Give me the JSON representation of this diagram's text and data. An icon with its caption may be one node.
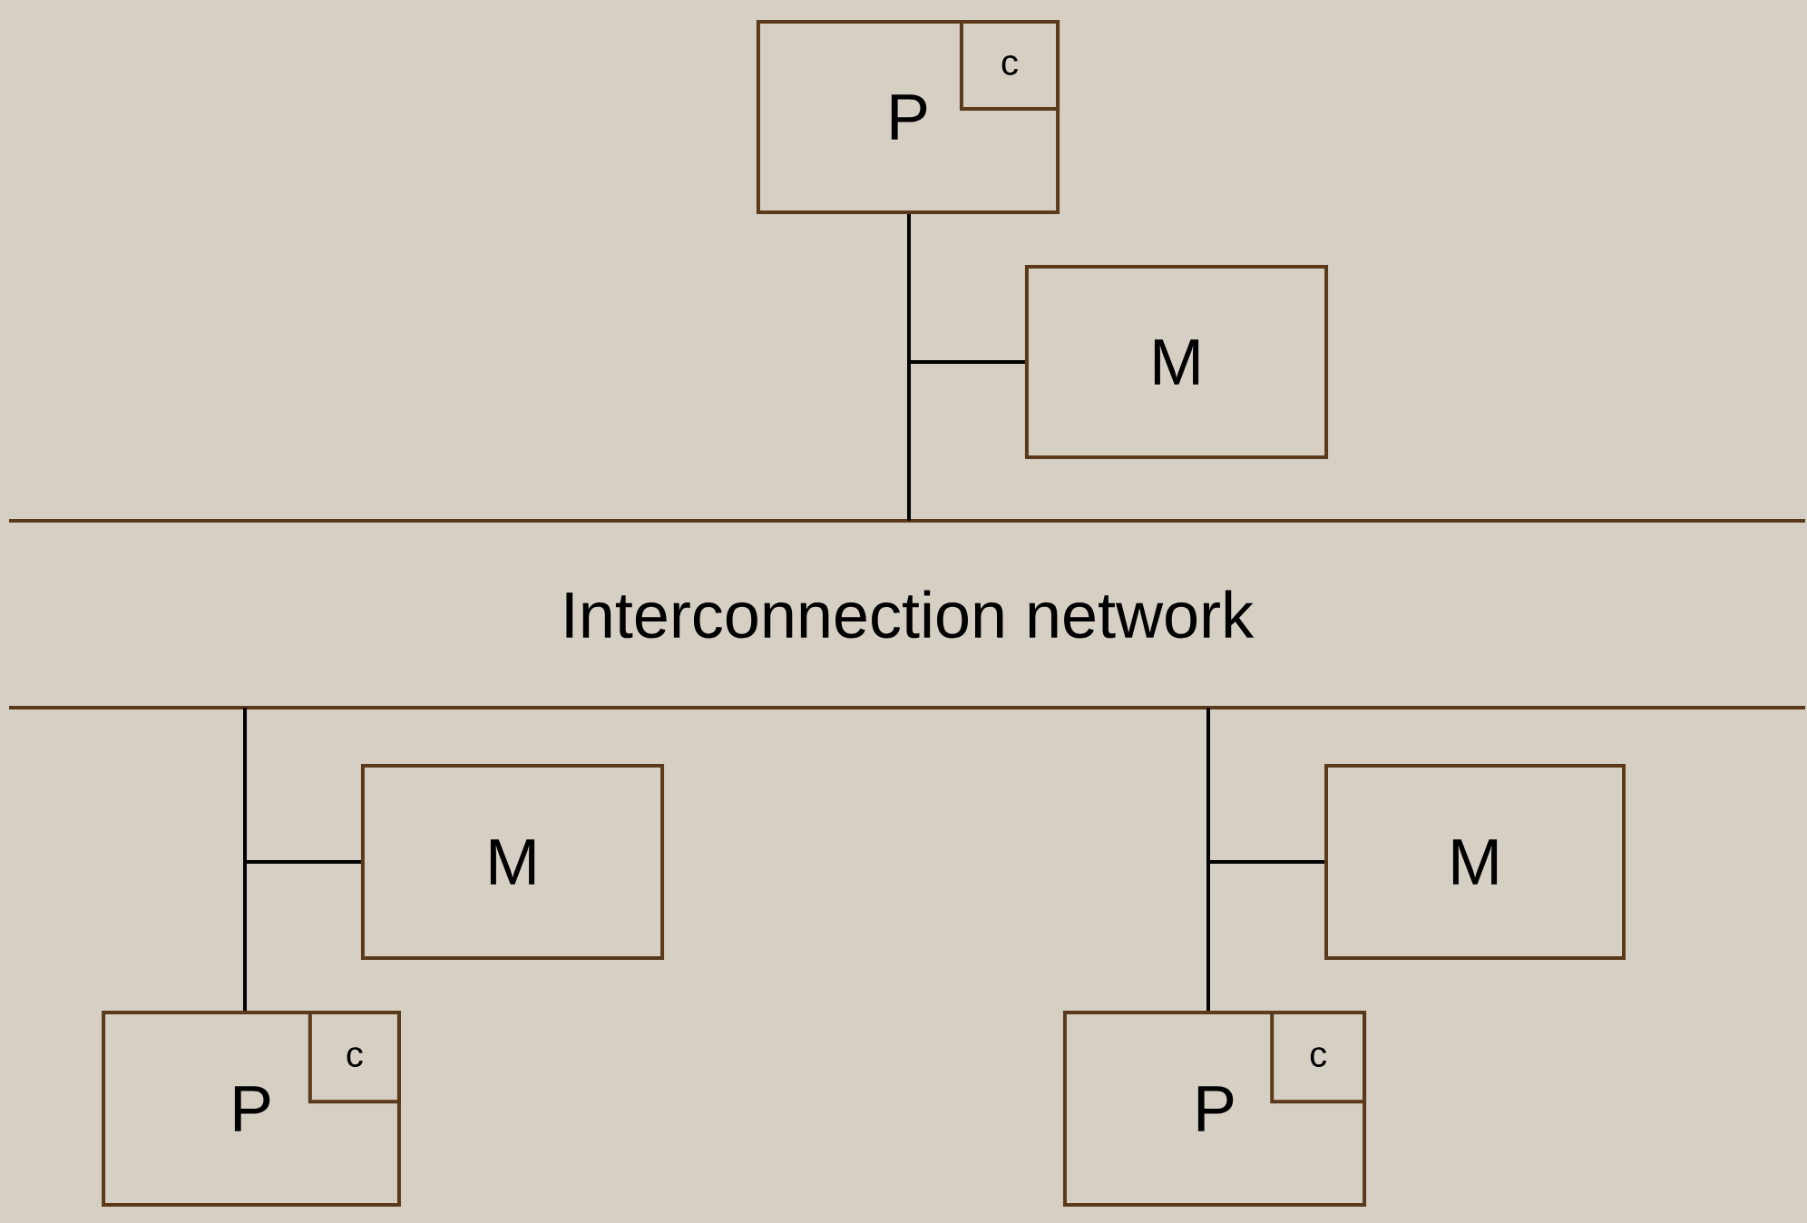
{
  "diagram": {
    "nodes": [
      {
        "text": [
          "P"
        ]
      },
      {
        "text": [
          "c"
        ],
        "in": 0
      },
      {
        "text": [
          "M"
        ]
      },
      {
        "text": [
          "Interconnection network"
        ]
      },
      {
        "text": [
          "M"
        ]
      },
      {
        "text": [
          "P"
        ]
      },
      {
        "text": [
          "c"
        ],
        "in": 5
      },
      {
        "text": [
          "M"
        ]
      },
      {
        "text": [
          "P"
        ]
      },
      {
        "text": [
          "c"
        ],
        "in": 8
      }
    ],
    "edges": [
      {
        "from": 0,
        "to": 3,
        "arrow": "none"
      },
      {
        "from": 2,
        "to": 3,
        "arrow": "none"
      },
      {
        "from": 3,
        "to": 5,
        "arrow": "none"
      },
      {
        "from": 4,
        "to": 3,
        "arrow": "none"
      },
      {
        "from": 3,
        "to": 8,
        "arrow": "none"
      },
      {
        "from": 7,
        "to": 3,
        "arrow": "none"
      }
    ]
  }
}
